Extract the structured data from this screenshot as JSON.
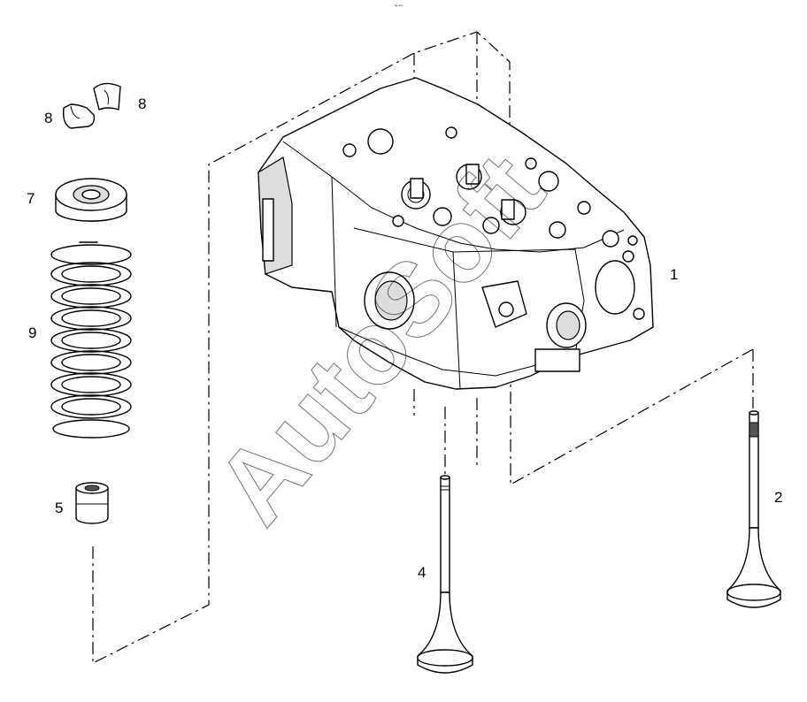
{
  "diagram": {
    "page_marker": "ᵉᵍ ˢᵒᵐ",
    "watermark": "AutoSoft",
    "callouts": [
      {
        "id": "1",
        "label": "1"
      },
      {
        "id": "2",
        "label": "2"
      },
      {
        "id": "4",
        "label": "4"
      },
      {
        "id": "5",
        "label": "5"
      },
      {
        "id": "7",
        "label": "7"
      },
      {
        "id": "8a",
        "label": "8"
      },
      {
        "id": "8b",
        "label": "8"
      },
      {
        "id": "9",
        "label": "9"
      }
    ]
  }
}
